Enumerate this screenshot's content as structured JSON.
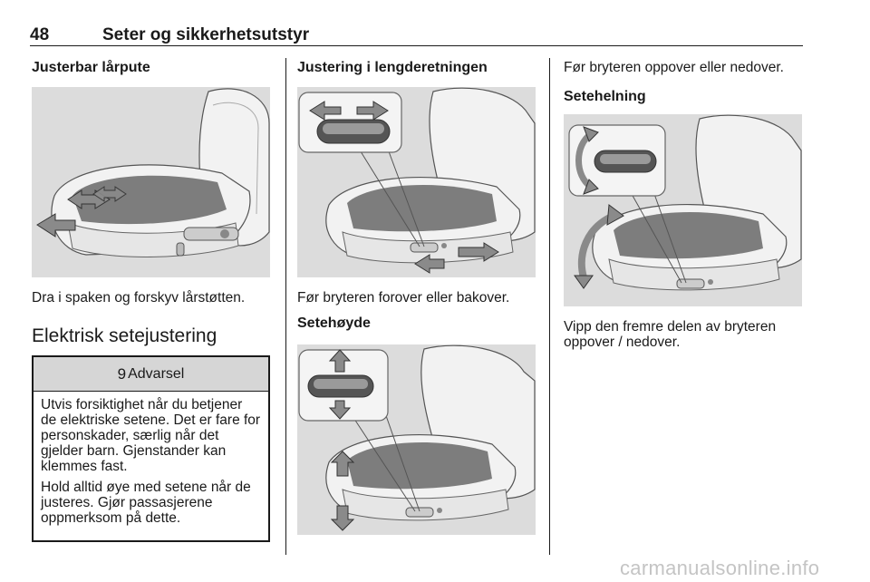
{
  "header": {
    "page_number": "48",
    "chapter_title": "Seter og sikkerhetsutstyr"
  },
  "col1": {
    "heading": "Justerbar lårpute",
    "caption": "Dra i spaken og forskyv lårstøtten.",
    "section_heading": "Elektrisk setejustering",
    "warning": {
      "symbol": "9",
      "title": "Advarsel",
      "paragraph1": "Utvis forsiktighet når du betjener de elektriske setene. Det er fare for personskader, særlig når det gjelder barn. Gjenstander kan klemmes fast.",
      "paragraph2": "Hold alltid øye med setene når de justeres. Gjør passasjerene oppmerksom på dette."
    }
  },
  "col2": {
    "heading": "Justering i lengderetningen",
    "caption": "Før bryteren forover eller bakover.",
    "subheading": "Setehøyde"
  },
  "col3": {
    "intro": "Før bryteren oppover eller nedover.",
    "subheading": "Setehelning",
    "caption": "Vipp den fremre delen av bryteren oppover / nedover."
  },
  "watermark": "carmanualsonline.info",
  "colors": {
    "figure_bg": "#dcdcdc",
    "seat_fill": "#f2f2f2",
    "seat_shade": "#7d7d7d",
    "arrow_fill": "#8a8a8a",
    "warning_header_bg": "#d6d6d6"
  },
  "figures": [
    {
      "id": "thigh-support",
      "icons": [
        "seat-icon",
        "double-arrow-icon",
        "arrow-left-icon"
      ]
    },
    {
      "id": "longitudinal",
      "icons": [
        "seat-icon",
        "switch-icon",
        "double-arrow-icon"
      ]
    },
    {
      "id": "seat-height",
      "icons": [
        "seat-icon",
        "switch-icon",
        "arrow-up-down-icon"
      ]
    },
    {
      "id": "seat-tilt",
      "icons": [
        "seat-icon",
        "switch-icon",
        "curved-arrow-icon"
      ]
    }
  ]
}
